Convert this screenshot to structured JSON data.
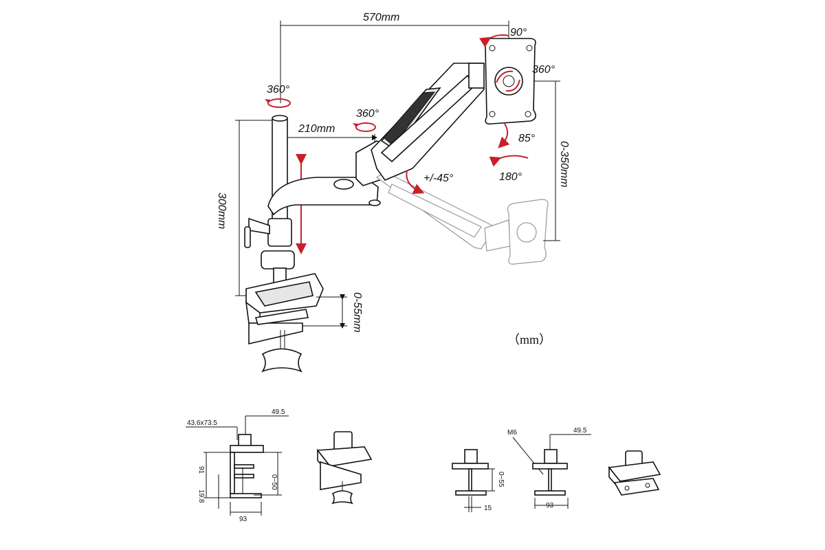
{
  "labels": {
    "arm_reach": "570mm",
    "top_rotation": "90°",
    "vesa_rotation": "360°",
    "pole_rotation": "360°",
    "arm_joint_rotation": "360°",
    "arm_offset": "210mm",
    "pole_height": "300mm",
    "tilt": "85°",
    "swivel": "180°",
    "arm_tilt": "+/-45°",
    "height_range": "0-350mm",
    "clamp_range": "0-55mm",
    "unit_note": "（mm）"
  },
  "details": {
    "clamp_hole": "43.6x73.5",
    "clamp_offset": "49.5",
    "clamp_height": "91",
    "clamp_gap": "0~50",
    "clamp_bottom": "19.8",
    "clamp_width": "93",
    "grommet_gap": "0~55",
    "grommet_width": "15",
    "screw": "M6",
    "base_offset": "49.5",
    "base_width": "93"
  },
  "colors": {
    "line": "#111111",
    "arrow": "#c8202a"
  }
}
